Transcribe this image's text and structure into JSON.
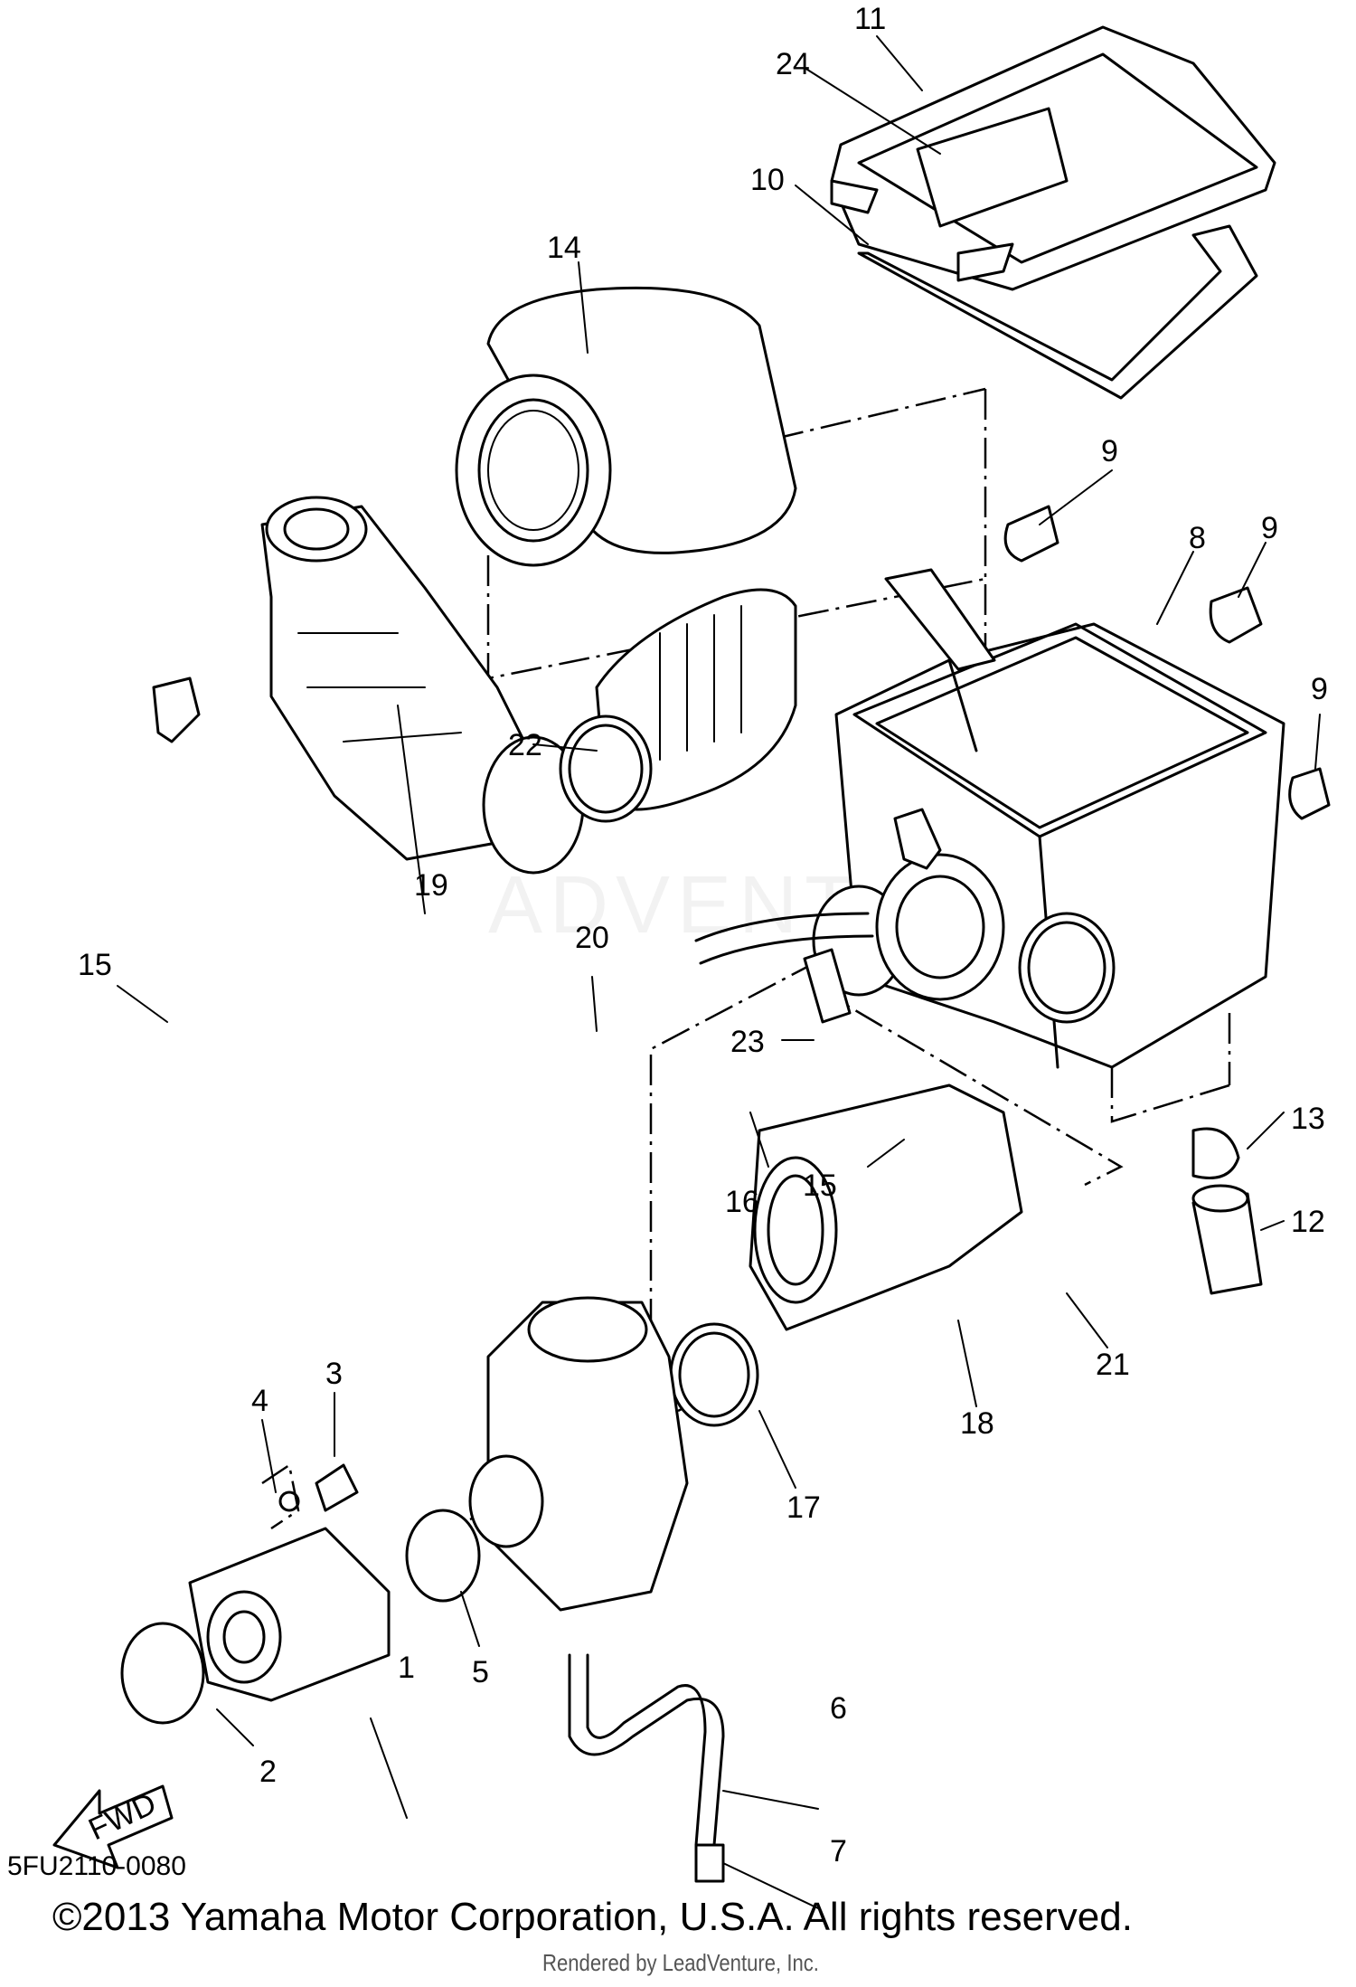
{
  "diagram": {
    "parts": {
      "p1": "1",
      "p2": "2",
      "p3": "3",
      "p4": "4",
      "p5": "5",
      "p6": "6",
      "p7": "7",
      "p8": "8",
      "p9a": "9",
      "p9b": "9",
      "p9c": "9",
      "p10": "10",
      "p11": "11",
      "p12": "12",
      "p13": "13",
      "p14": "14",
      "p15a": "15",
      "p15b": "15",
      "p16": "16",
      "p17": "17",
      "p18": "18",
      "p19": "19",
      "p20": "20",
      "p21": "21",
      "p22": "22",
      "p23": "23",
      "p24": "24"
    },
    "fwd_label": "FWD",
    "watermark": "ADVENTURE"
  },
  "footer": {
    "code": "5FU2110-0080",
    "copyright": "©2013 Yamaha Motor Corporation, U.S.A. All rights reserved.",
    "rendered_by": "Rendered by LeadVenture, Inc."
  }
}
